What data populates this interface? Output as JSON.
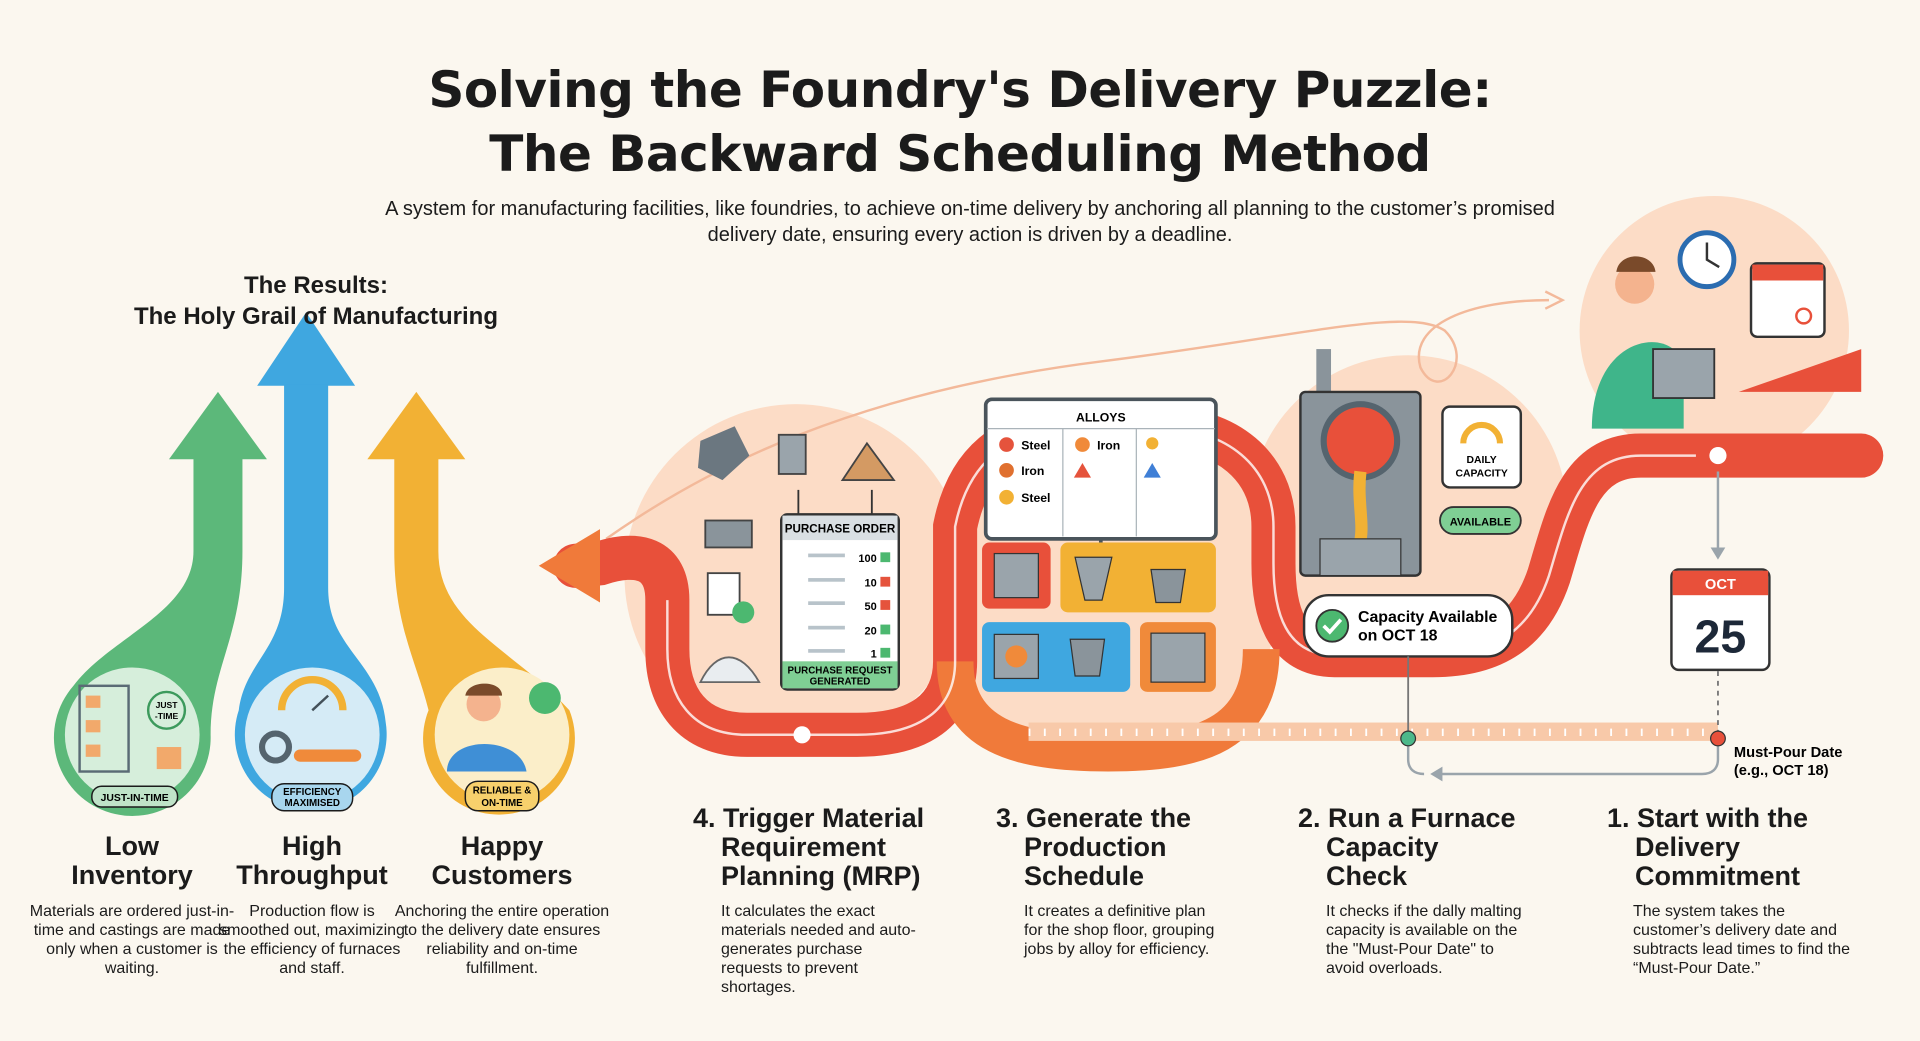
{
  "header": {
    "title_line1": "Solving the Foundry's Delivery Puzzle:",
    "title_line2": "The Backward Scheduling Method",
    "subtitle": "A system for manufacturing facilities, like foundries, to achieve on-time delivery by anchoring all planning to the customer’s promised delivery date, ensuring every action is driven by a deadline."
  },
  "results": {
    "heading_line1": "The Results:",
    "heading_line2": "The Holy Grail of Manufacturing",
    "items": [
      {
        "badge": "JUST-IN-TIME",
        "icon_label_1": "JUST",
        "icon_label_2": "-TIME",
        "title_1": "Low",
        "title_2": "Inventory",
        "description": "Materials are ordered just-in-time and castings are made only when a customer is waiting.",
        "color": "#5cb87a"
      },
      {
        "badge_1": "EFFICIENCY",
        "badge_2": "MAXIMISED",
        "title_1": "High",
        "title_2": "Throughput",
        "description": "Production flow is smoothed out, maximizing the efficiency of furnaces and staff.",
        "color": "#3fa7e0"
      },
      {
        "badge_1": "RELIABLE &",
        "badge_2": "ON-TIME",
        "title_1": "Happy",
        "title_2": "Customers",
        "description": "Anchoring the entire operation to the delivery date ensures reliability and on-time fulfillment.",
        "color": "#f2b134"
      }
    ]
  },
  "steps": [
    {
      "title": "4. Trigger Material Requirement Planning (MRP)",
      "description": "It calculates the exact materials needed and auto-generates purchase requests to prevent shortages."
    },
    {
      "title": "3. Generate the Production Schedule",
      "description": "It creates a definitive plan for the shop floor, grouping jobs by alloy for efficiency."
    },
    {
      "title": "2. Run a Furnace Capacity Check",
      "description": "It checks if the dally malting capacity is available on the the \"Must-Pour Date\" to avoid overloads."
    },
    {
      "title": "1. Start with the Delivery Commitment",
      "description": "The system takes the customer’s delivery date and subtracts lead times to find the “Must-Pour Date.”"
    }
  ],
  "purchase_order": {
    "header": "PURCHASE ORDER",
    "lines": [
      {
        "qty": "100",
        "status": "#4cb870"
      },
      {
        "qty": "10",
        "status": "#e5533c"
      },
      {
        "qty": "50",
        "status": "#e5533c"
      },
      {
        "qty": "20",
        "status": "#4cb870"
      },
      {
        "qty": "1",
        "status": "#4cb870"
      }
    ],
    "footer_1": "PURCHASE REQUEST",
    "footer_2": "GENERATED"
  },
  "alloys_board": {
    "header": "ALLOYS",
    "col1": [
      "Steel",
      "Iron",
      "Steel"
    ],
    "col2": [
      "Iron"
    ]
  },
  "furnace": {
    "gauge_label_1": "DAILY",
    "gauge_label_2": "CAPACITY",
    "status": "AVAILABLE",
    "capacity_badge_1": "Capacity Available",
    "capacity_badge_2": "on OCT 18"
  },
  "calendar": {
    "month": "OCT",
    "day": "25"
  },
  "must_pour": {
    "line1": "Must-Pour Date",
    "line2": "(e.g., OCT 18)"
  },
  "colors": {
    "road": "#e8503a",
    "road_orange": "#f07a3a",
    "peach": "#fbd9c3",
    "background": "#fbf7ef"
  }
}
